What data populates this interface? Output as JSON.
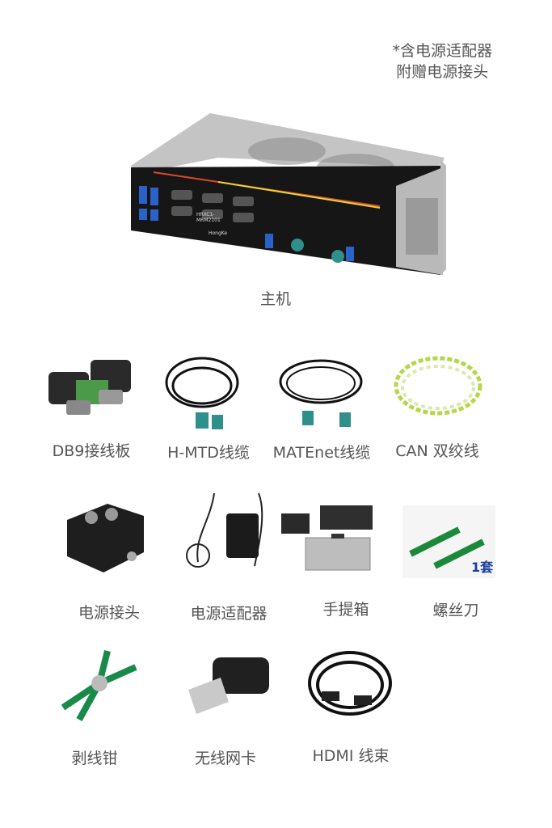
{
  "note": {
    "line1": "*含电源适配器",
    "line2": "附赠电源接头"
  },
  "main_unit": {
    "label": "主机",
    "model_text": "HRXC1-MRM2101",
    "brand_text": "HongKe"
  },
  "accessories": [
    {
      "label": "DB9接线板",
      "icon": "db9-terminal-icon"
    },
    {
      "label": "H-MTD线缆",
      "icon": "hmtd-cable-icon"
    },
    {
      "label": "MATEnet线缆",
      "icon": "matenet-cable-icon"
    },
    {
      "label": "CAN 双绞线",
      "icon": "can-twisted-cable-icon"
    },
    {
      "label": "电源接头",
      "icon": "power-connector-icon"
    },
    {
      "label": "电源适配器",
      "icon": "power-adapter-icon"
    },
    {
      "label": "手提箱",
      "icon": "carry-case-icon"
    },
    {
      "label": "螺丝刀",
      "icon": "screwdriver-icon"
    },
    {
      "label": "剥线钳",
      "icon": "wire-stripper-icon"
    },
    {
      "label": "无线网卡",
      "icon": "wifi-dongle-icon"
    },
    {
      "label": "HDMI 线束",
      "icon": "hdmi-cable-icon"
    }
  ],
  "screwdriver_card": {
    "badge": "1套"
  },
  "colors": {
    "background": "#ffffff",
    "text": "#555555",
    "case_silver": "#c9c9c9",
    "front_panel": "#151515",
    "port_blue": "#2b62c9",
    "fakra_teal": "#2f8f8a",
    "can_green": "#b5d84a"
  }
}
